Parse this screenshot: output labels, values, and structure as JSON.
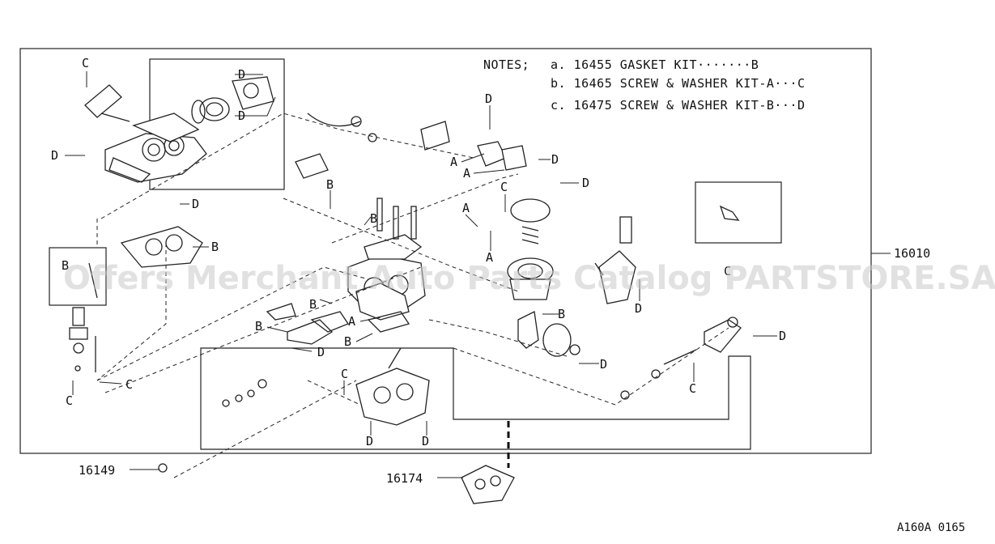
{
  "notes": {
    "prefix": "NOTES;",
    "lines": [
      "a. 16455 GASKET KIT·······B",
      "b. 16465 SCREW & WASHER KIT-A···C",
      "c. 16475 SCREW & WASHER KIT-B···D"
    ]
  },
  "callouts": {
    "A": "A",
    "B": "B",
    "C": "C",
    "D": "D"
  },
  "parts": {
    "p16010": "16010",
    "p16149": "16149",
    "p16174": "16174"
  },
  "watermark": "Offers Merchant Auto Parts Catalog PARTSTORE.SA",
  "diagram_code": "A160A 0165"
}
